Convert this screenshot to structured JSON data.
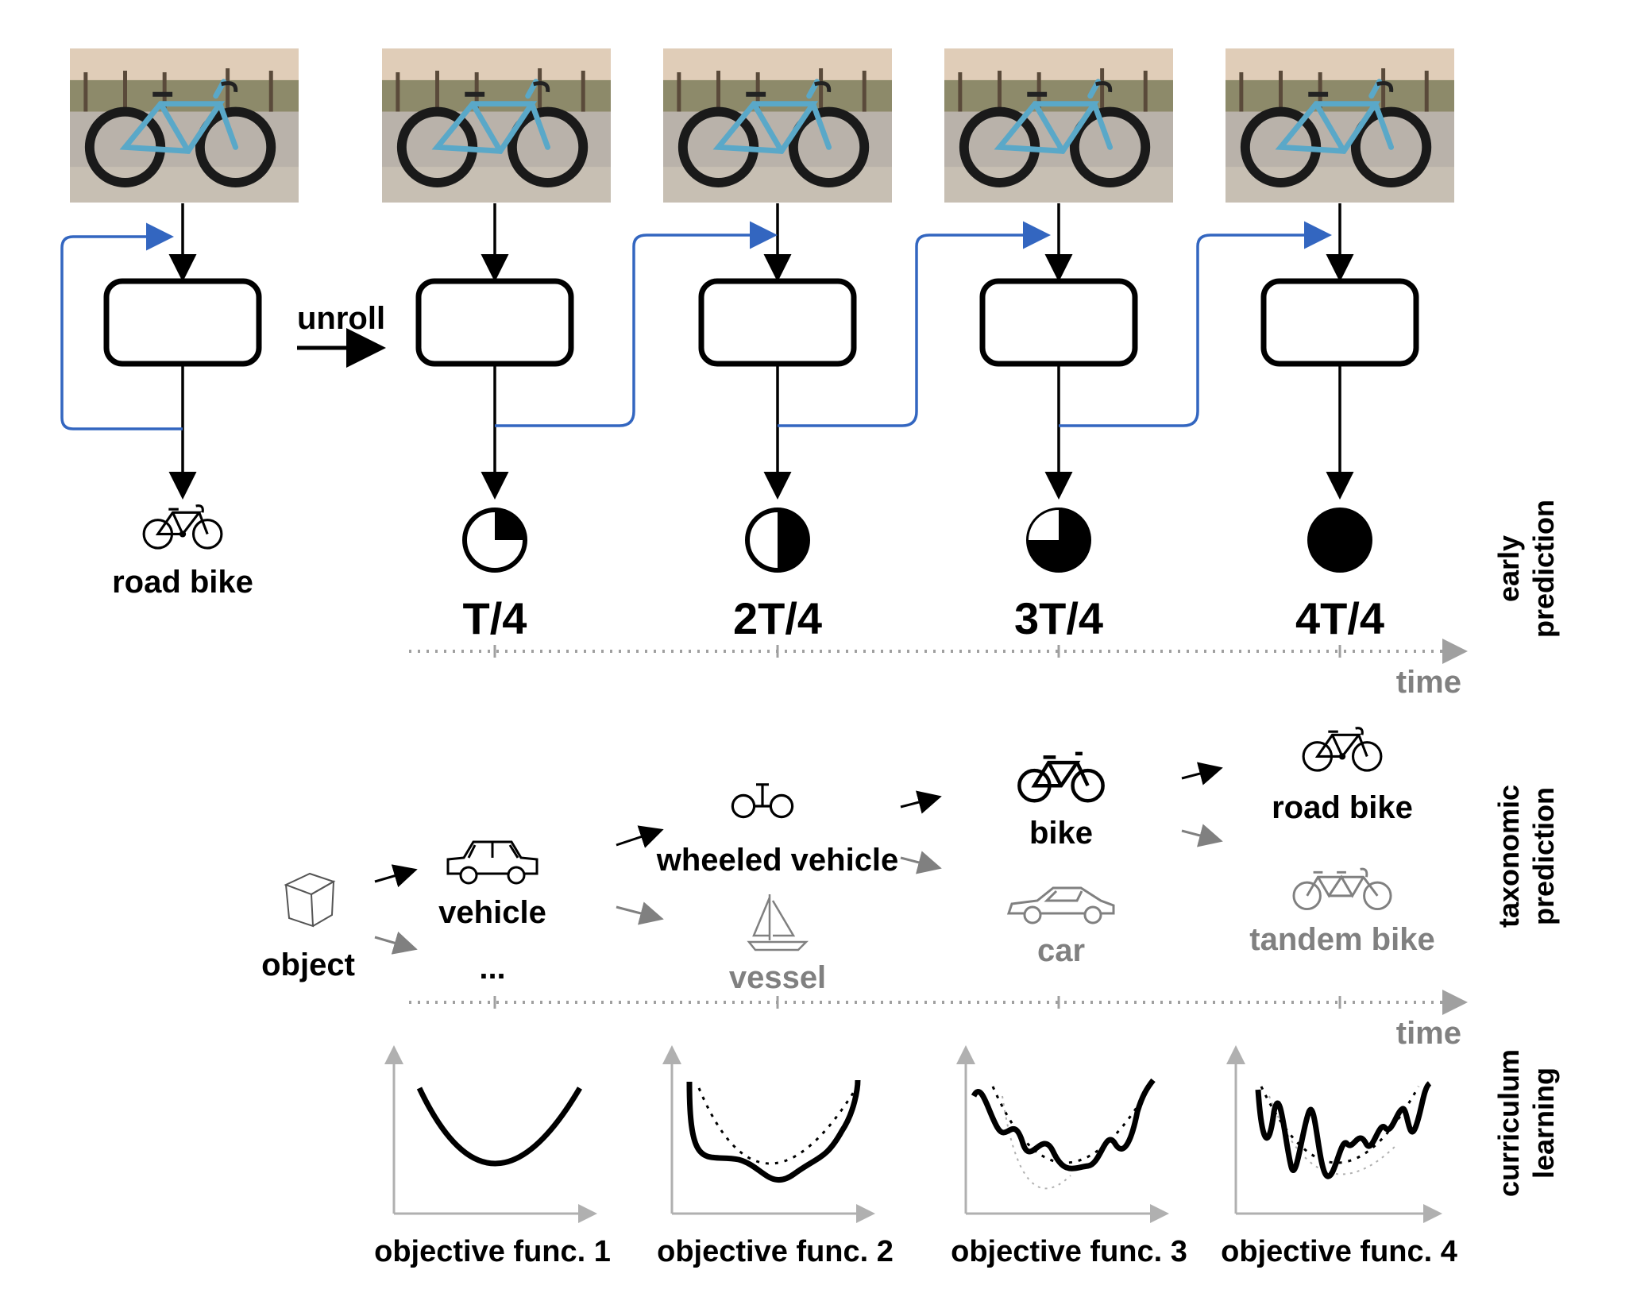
{
  "unroll_label": "unroll",
  "initial_prediction": "road bike",
  "time_steps": [
    "T/4",
    "2T/4",
    "3T/4",
    "4T/4"
  ],
  "time_axis_label": "time",
  "side_labels": {
    "early": [
      "early",
      "prediction"
    ],
    "taxonomic": [
      "taxonomic",
      "prediction"
    ],
    "curriculum": [
      "curriculum",
      "learning"
    ]
  },
  "taxonomy": {
    "root": "object",
    "level1": {
      "primary": "vehicle",
      "secondary": "..."
    },
    "level2": {
      "primary": "wheeled vehicle",
      "secondary": "vessel"
    },
    "level3": {
      "primary": "bike",
      "secondary": "car"
    },
    "level4": {
      "primary": "road bike",
      "secondary": "tandem bike"
    }
  },
  "objectives": [
    "objective func. 1",
    "objective func. 2",
    "objective func. 3",
    "objective func. 4"
  ],
  "colors": {
    "feedback": "#3366c0",
    "arrow": "#000000",
    "secondary": "#808080",
    "axis_dotted": "#a0a0a0",
    "sky": "#d8c0a8",
    "bike_frame": "#5aa8c8"
  },
  "icons": [
    "bicycle-icon",
    "car-icon",
    "cube-icon",
    "sailboat-icon",
    "tandem-bike-icon",
    "wheeled-vehicle-icon"
  ]
}
